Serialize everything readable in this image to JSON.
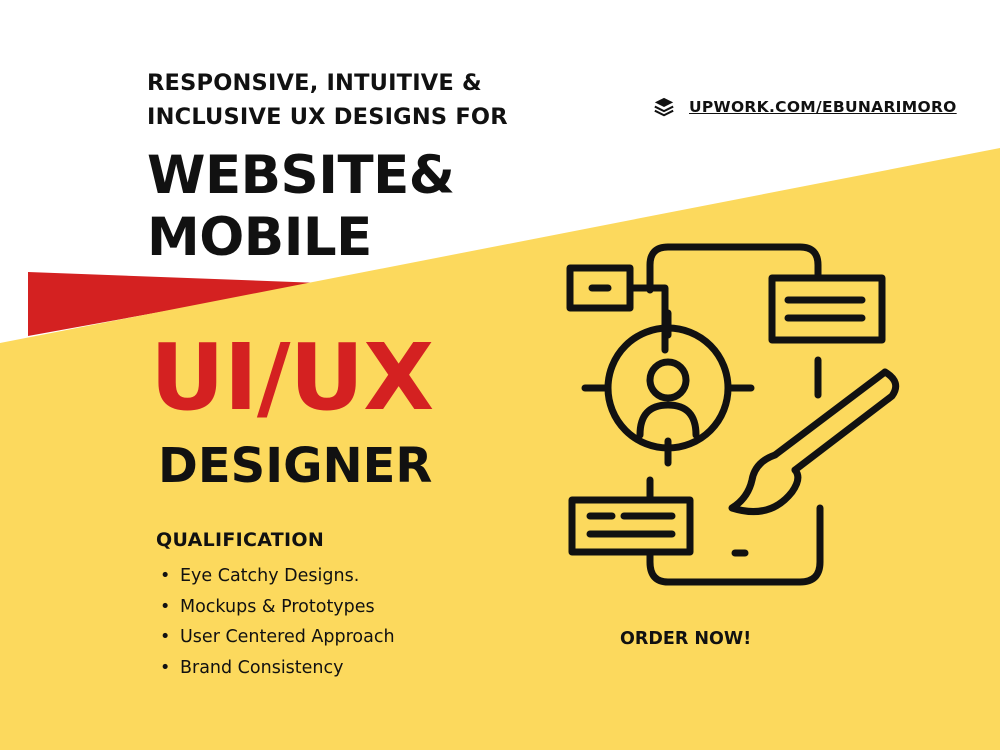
{
  "colors": {
    "background": "#ffffff",
    "yellow": "#fcd95d",
    "red": "#d42121",
    "text": "#111111"
  },
  "header": {
    "subtitle_line1": "RESPONSIVE, INTUITIVE &",
    "subtitle_line2": "INCLUSIVE UX DESIGNS FOR",
    "headline_line1": "WEBSITE&",
    "headline_line2": "MOBILE"
  },
  "link": {
    "icon": "layers-icon",
    "text": "UPWORK.COM/EBUNARIMORO"
  },
  "hero": {
    "title": "UI/UX",
    "subtitle": "DESIGNER"
  },
  "qualification": {
    "heading": "QUALIFICATION",
    "bullet": "•",
    "items": [
      "Eye Catchy Designs.",
      "Mockups & Prototypes",
      "User Centered Approach",
      "Brand Consistency"
    ]
  },
  "cta": {
    "label": "ORDER NOW!"
  },
  "illustration": {
    "icon": "ux-design-target-user-brush-icon"
  }
}
